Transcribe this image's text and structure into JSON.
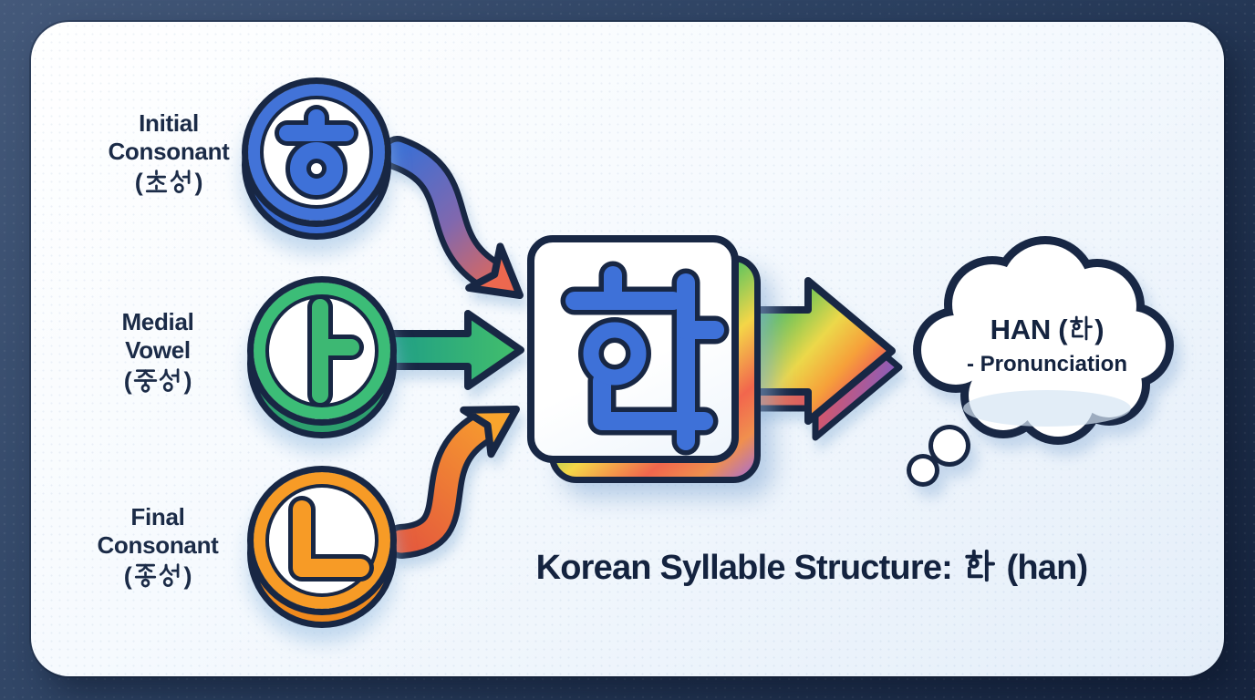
{
  "diagram": {
    "main_title": {
      "text": "Korean Syllable Structure: 한 (han)",
      "prefix": "Korean Syllable Structure: ",
      "suffix": " (han)"
    },
    "punct": {
      "open": "(",
      "close": ")"
    },
    "components": [
      {
        "label_line1": "Initial",
        "label_line2": "Consonant",
        "label_hangul": "(초성)",
        "jamo": "ㅎ",
        "color": "#3e71d8"
      },
      {
        "label_line1": "Medial",
        "label_line2": "Vowel",
        "label_hangul": "(중성)",
        "jamo": "ㅏ",
        "color": "#3db873"
      },
      {
        "label_line1": "Final",
        "label_line2": "Consonant",
        "label_hangul": "(종성)",
        "jamo": "ㄴ",
        "color": "#f79b26"
      }
    ],
    "syllable_block": {
      "character": "한"
    },
    "pronunciation_cloud": {
      "line1": "HAN (한)",
      "line1_prefix": "HAN (",
      "line1_suffix": ")",
      "line2": "- Pronunciation"
    },
    "colors": {
      "outline": "#182744",
      "initial_blue": "#3e71d8",
      "medial_green": "#3db873",
      "final_orange": "#f5941e",
      "arrowhead_red": "#ec684f",
      "card_bg": "#f2f8fd",
      "frame_bg": "#2c4161"
    }
  }
}
